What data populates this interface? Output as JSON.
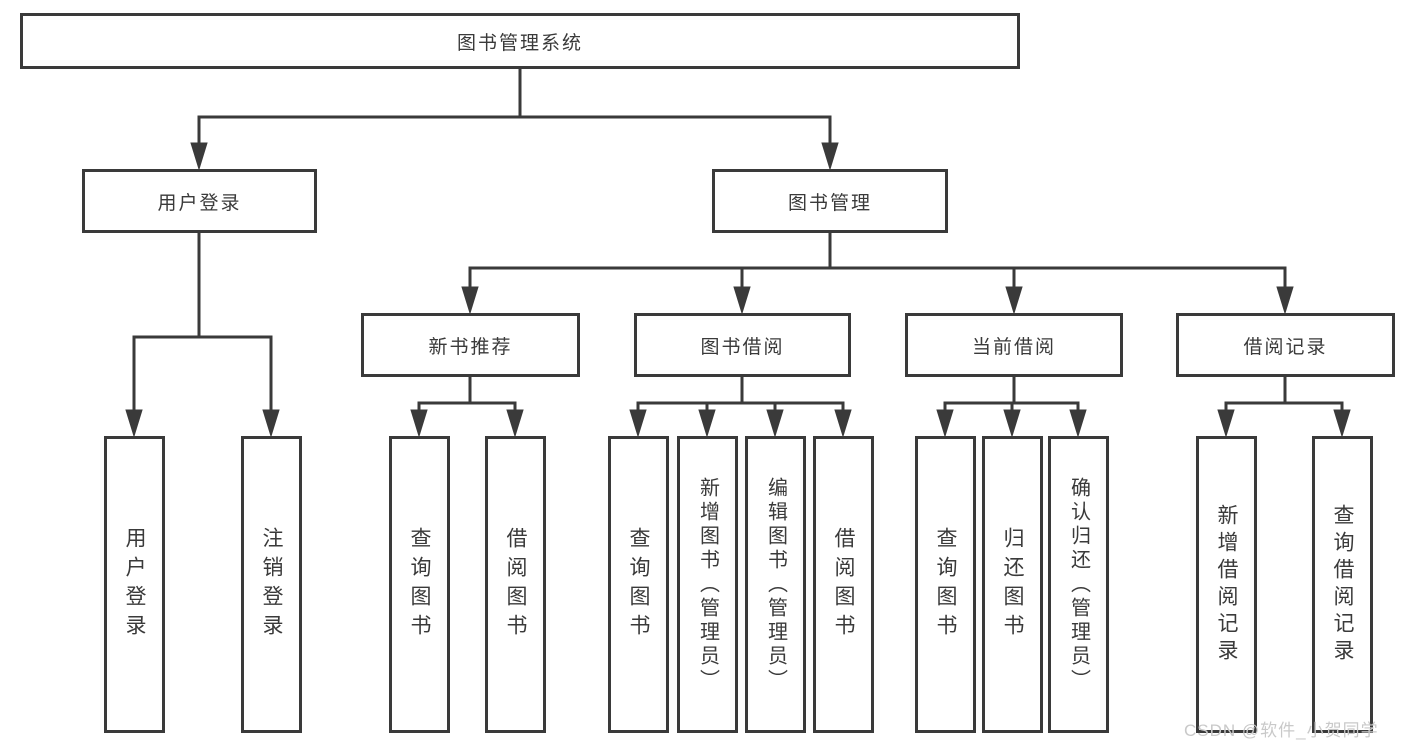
{
  "diagram": {
    "root": {
      "label": "图书管理系统"
    },
    "level2": [
      {
        "label": "用户登录"
      },
      {
        "label": "图书管理"
      }
    ],
    "level3": [
      {
        "label": "新书推荐"
      },
      {
        "label": "图书借阅"
      },
      {
        "label": "当前借阅"
      },
      {
        "label": "借阅记录"
      }
    ],
    "leaves": {
      "user_login": [
        "用户登录",
        "注销登录"
      ],
      "new_book_recommend": [
        "查询图书",
        "借阅图书"
      ],
      "book_borrow": [
        "查询图书",
        "新增图书（管理员）",
        "编辑图书（管理员）",
        "借阅图书"
      ],
      "current_borrow": [
        "查询图书",
        "归还图书",
        "确认归还（管理员）"
      ],
      "borrow_records": [
        "新增借阅记录",
        "查询借阅记录"
      ]
    }
  },
  "colors": {
    "line": "#3a3a3a",
    "text": "#3a3a3a",
    "background": "#ffffff",
    "watermark": "#c9c9c9"
  },
  "watermark": "CSDN @软件_小贺同学"
}
